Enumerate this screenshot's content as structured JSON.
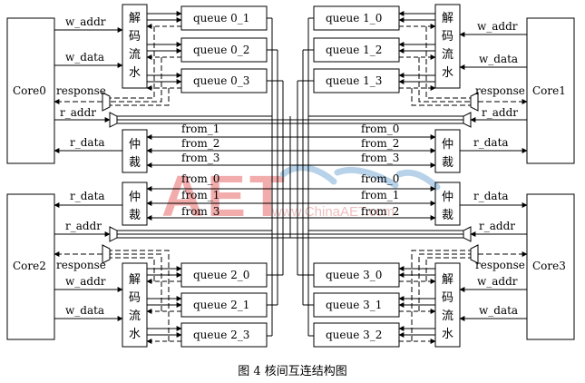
{
  "cores": {
    "c0": "Core0",
    "c1": "Core1",
    "c2": "Core2",
    "c3": "Core3"
  },
  "decoders": {
    "d0": [
      "解",
      "码",
      "流",
      "水"
    ],
    "d1": [
      "解",
      "码",
      "流",
      "水"
    ],
    "d2": [
      "解",
      "码",
      "流",
      "水"
    ],
    "d3": [
      "解",
      "码",
      "流",
      "水"
    ]
  },
  "arbiters": {
    "a0": [
      "仲",
      "裁"
    ],
    "a1": [
      "仲",
      "裁"
    ],
    "a2": [
      "仲",
      "裁"
    ],
    "a3": [
      "仲",
      "裁"
    ]
  },
  "queues": {
    "q01": "queue 0_1",
    "q02": "queue 0_2",
    "q03": "queue 0_3",
    "q10": "queue 1_0",
    "q12": "queue 1_2",
    "q13": "queue 1_3",
    "q20": "queue 2_0",
    "q21": "queue 2_1",
    "q23": "queue 2_3",
    "q30": "queue 3_0",
    "q31": "queue 3_1",
    "q32": "queue 3_2"
  },
  "signals": {
    "c0_w_addr": "w_addr",
    "c0_w_data": "w_data",
    "c0_response": "response",
    "c0_r_addr": "r_addr",
    "c0_r_data": "r_data",
    "c1_w_addr": "w_addr",
    "c1_w_data": "w_data",
    "c1_response": "response",
    "c1_r_addr": "r_addr",
    "c1_r_data": "r_data",
    "c2_r_data": "r_data",
    "c2_r_addr": "r_addr",
    "c2_response": "response",
    "c2_w_addr": "w_addr",
    "c2_w_data": "w_data",
    "c3_r_data": "r_data",
    "c3_r_addr": "r_addr",
    "c3_response": "response",
    "c3_w_addr": "w_addr",
    "c3_w_data": "w_data"
  },
  "from_labels": {
    "a0_1": "from_1",
    "a0_2": "from_2",
    "a0_3": "from_3",
    "a2_0": "from_0",
    "a2_1": "from_1",
    "a2_3": "from_3",
    "a1_0": "from_0",
    "a1_2": "from_2",
    "a1_3": "from_3",
    "a3_0": "from_0",
    "a3_1": "from_1",
    "a3_2": "from_2"
  },
  "watermark": {
    "logo": "AET",
    "site": "www.ChinaAET.com"
  },
  "caption": "图 4   核间互连结构图"
}
